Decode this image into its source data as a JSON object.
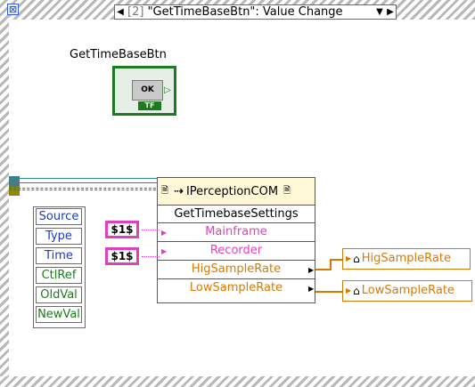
{
  "event_structure": {
    "case_index": "[2]",
    "case_label": "\"GetTimeBaseBtn\": Value Change",
    "close_glyph": "⊠"
  },
  "button": {
    "caption": "GetTimeBaseBtn",
    "face": "OK",
    "tf": "TF"
  },
  "event_data": {
    "fields": [
      "Source",
      "Type",
      "Time",
      "CtlRef",
      "OldVal",
      "NewVal"
    ]
  },
  "node": {
    "class": "IPerceptionCOM",
    "method": "GetTimebaseSettings",
    "inputs": [
      "Mainframe",
      "Recorder"
    ],
    "outputs": [
      "HigSampleRate",
      "LowSampleRate"
    ]
  },
  "constants": [
    "$1$",
    "$1$"
  ],
  "indicators": [
    "HigSampleRate",
    "LowSampleRate"
  ],
  "colors": {
    "ref_wire": "#2a8b93",
    "error_wire": "#6b6b00",
    "variant_pink": "#e040c0",
    "output_orange": "#d87a00",
    "bool_green": "#1e7a1e"
  }
}
